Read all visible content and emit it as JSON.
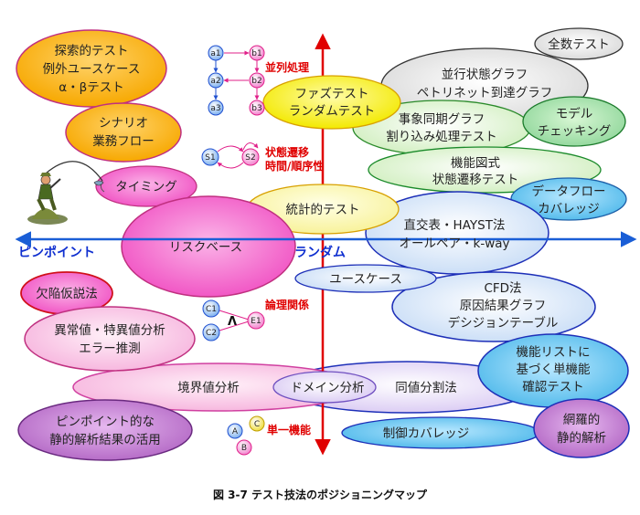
{
  "axis": {
    "left_label": "ピンポイント",
    "center_label": "ランダム"
  },
  "categories": {
    "parallel": "並列処理",
    "state": [
      "状態遷移",
      "時間/順序性"
    ],
    "logic": "論理関係",
    "single": "単一機能"
  },
  "nodes": {
    "a1": "a1",
    "a2": "a2",
    "a3": "a3",
    "b1": "b1",
    "b2": "b2",
    "b3": "b3",
    "s1": "S1",
    "s2": "S2",
    "c1": "C1",
    "c2": "C2",
    "e1": "E1",
    "logic_op": "Λ",
    "na": "A",
    "nb": "B",
    "nc": "C"
  },
  "techniques": {
    "exploratory": [
      "探索的テスト",
      "例外ユースケース",
      "α・βテスト"
    ],
    "all_tests": "全数テスト",
    "concurrency": [
      "並行状態グラフ",
      "ペトリネット到達グラフ"
    ],
    "scenario": [
      "シナリオ",
      "業務フロー"
    ],
    "fuzz": [
      "ファズテスト",
      "ランダムテスト"
    ],
    "event_sync": [
      "事象同期グラフ",
      "割り込み処理テスト"
    ],
    "model": [
      "モデル",
      "チェッキング"
    ],
    "timing": "タイミング",
    "func_diagram": [
      "機能図式",
      "状態遷移テスト"
    ],
    "data_flow": [
      "データフロー",
      "カバレッジ"
    ],
    "statistical": "統計的テスト",
    "orthogonal": [
      "直交表・HAYST法",
      "オールペア・k-way"
    ],
    "risk": "リスクベース",
    "usecase": "ユースケース",
    "defect": "欠陥仮説法",
    "cfd": [
      "CFD法",
      "原因結果グラフ",
      "デシジョンテーブル"
    ],
    "abnormal": [
      "異常値・特異値分析",
      "エラー推測"
    ],
    "func_list": [
      "機能リストに",
      "基づく単機能",
      "確認テスト"
    ],
    "boundary": "境界値分析",
    "domain": "ドメイン分析",
    "equivalence": "同値分割法",
    "pinpoint_static": [
      "ピンポイント的な",
      "静的解析結果の活用"
    ],
    "control": "制御カバレッジ",
    "comprehensive": [
      "網羅的",
      "静的解析"
    ]
  },
  "caption": "図 3-7 テスト技法のポジショニングマップ",
  "colors": {
    "axis_blue": "#1a5ed6",
    "axis_red": "#e00000",
    "orange": "#f7a800",
    "yellow": "#f6f000",
    "pink": "#f34fc6",
    "light_pink": "#f9b7e1",
    "green": "#1a9e2a",
    "light_green": "#d9f3c4",
    "blue": "#1d2fb8",
    "light_blue": "#c5ddf6",
    "purple": "#a050b5",
    "teal": "#1a8ab8"
  }
}
